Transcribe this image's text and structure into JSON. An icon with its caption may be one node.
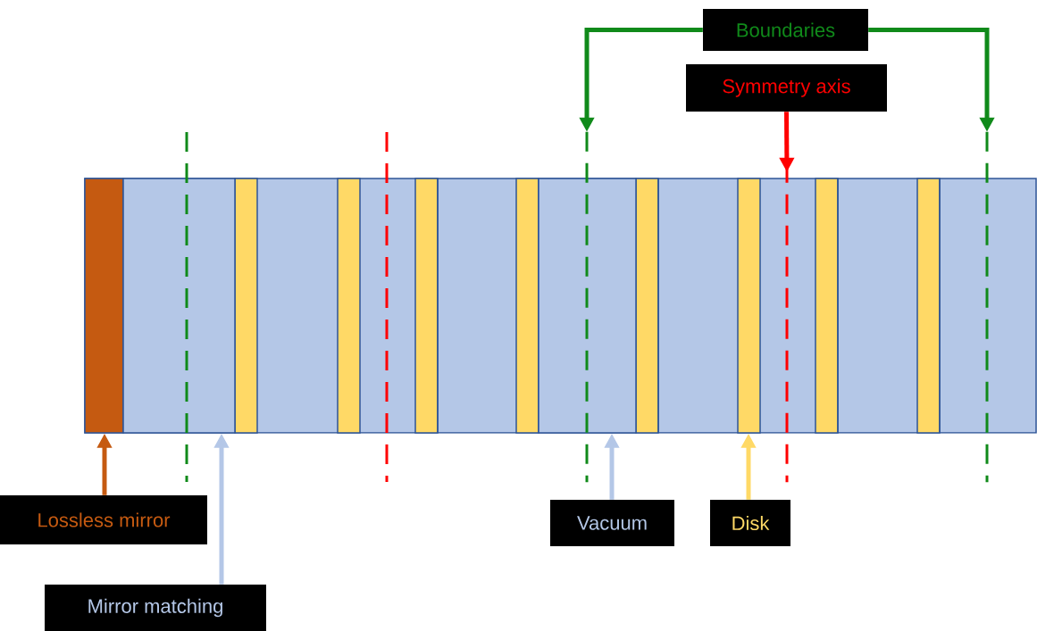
{
  "diagram": {
    "nodes": [
      {
        "text": [
          "Boundaries"
        ]
      },
      {
        "text": [
          "Symmetry axis"
        ]
      },
      {
        "text": [],
        "shape": "line"
      },
      {
        "text": [],
        "shape": "line"
      },
      {
        "text": [],
        "shape": "line"
      },
      {
        "text": [],
        "shape": "bar"
      },
      {
        "text": [],
        "shape": "box"
      },
      {
        "text": [],
        "shape": "box"
      },
      {
        "text": [],
        "shape": "bar"
      },
      {
        "text": [
          "Lossless mirror"
        ]
      },
      {
        "text": [
          "Vacuum"
        ]
      },
      {
        "text": [
          "Disk"
        ]
      },
      {
        "text": [
          "Mirror matching"
        ]
      }
    ],
    "edges": [
      {
        "from": 0,
        "to": 2,
        "arrow": "to",
        "color": "#108a1a"
      },
      {
        "from": 0,
        "to": 4,
        "arrow": "to",
        "color": "#108a1a"
      },
      {
        "from": 1,
        "to": 3,
        "arrow": "to",
        "color": "#ff0000"
      },
      {
        "from": 9,
        "to": 5,
        "arrow": "to",
        "color": "#c55a11"
      },
      {
        "from": 12,
        "to": 6,
        "arrow": "to",
        "color": "#b4c7e7"
      },
      {
        "from": 10,
        "to": 7,
        "arrow": "to",
        "color": "#b4c7e7"
      },
      {
        "from": 11,
        "to": 8,
        "arrow": "to",
        "color": "#ffd966"
      }
    ]
  }
}
